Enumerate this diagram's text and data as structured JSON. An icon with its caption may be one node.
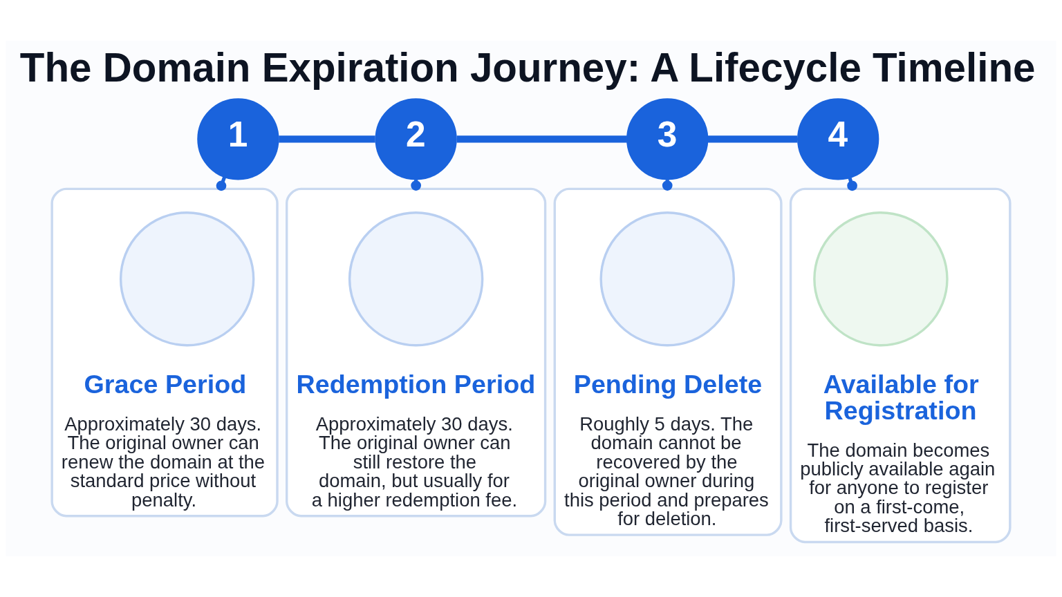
{
  "diagram": {
    "title": "The Domain Expiration Journey: A Lifecycle Timeline",
    "nodes": [
      {
        "text": [
          "1"
        ]
      },
      {
        "text": [
          "2"
        ]
      },
      {
        "text": [
          "3"
        ]
      },
      {
        "text": [
          "4"
        ]
      },
      {
        "text": [
          "Grace Period",
          "Approximately 30 days. The original owner can renew the domain at the standard price without penalty."
        ]
      },
      {
        "text": [],
        "shape": "circle",
        "in": 4
      },
      {
        "text": [
          "Redemption Period",
          "Approximately 30 days. The original owner can still restore the domain, but usually for a higher redemption fee."
        ]
      },
      {
        "text": [],
        "shape": "circle",
        "in": 6
      },
      {
        "text": [
          "Pending Delete",
          "Roughly 5 days. The domain cannot be recovered by the original owner during this period and prepares for deletion."
        ]
      },
      {
        "text": [],
        "shape": "circle",
        "in": 8
      },
      {
        "text": [
          "Available for Registration",
          "The domain becomes publicly available again for anyone to register on a first-come, first-served basis."
        ]
      },
      {
        "text": [],
        "shape": "circle",
        "in": 10
      }
    ],
    "edges": [
      {
        "from": 0,
        "to": 1,
        "arrow": "none",
        "style": "thick"
      },
      {
        "from": 1,
        "to": 2,
        "arrow": "none",
        "style": "thick"
      },
      {
        "from": 2,
        "to": 3,
        "arrow": "none",
        "style": "thick"
      },
      {
        "from": 0,
        "to": 4,
        "arrow": "other"
      },
      {
        "from": 1,
        "to": 6,
        "arrow": "other"
      },
      {
        "from": 2,
        "to": 8,
        "arrow": "other"
      },
      {
        "from": 3,
        "to": 10,
        "arrow": "other"
      }
    ]
  }
}
